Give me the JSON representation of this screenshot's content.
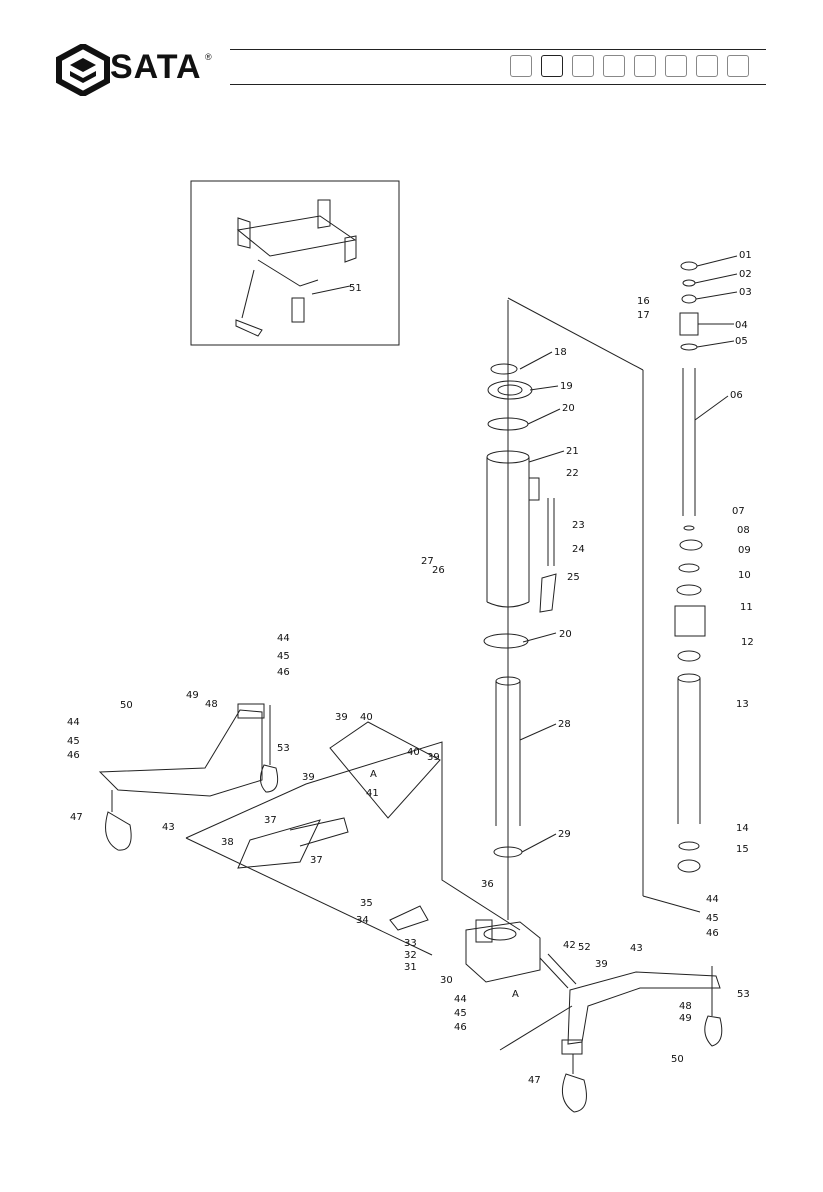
{
  "header": {
    "brand": "SATA",
    "registered": "®",
    "page_boxes": 8,
    "active_box": 1
  },
  "diagram": {
    "inset_label": "51",
    "callouts": [
      "01",
      "02",
      "03",
      "04",
      "05",
      "06",
      "07",
      "08",
      "09",
      "10",
      "11",
      "12",
      "13",
      "14",
      "15",
      "16",
      "17",
      "18",
      "19",
      "20",
      "20",
      "21",
      "22",
      "23",
      "23",
      "23",
      "24",
      "25",
      "26",
      "27",
      "28",
      "29",
      "30",
      "31",
      "32",
      "33",
      "34",
      "35",
      "36",
      "37",
      "37",
      "38",
      "39",
      "39",
      "39",
      "39",
      "40",
      "40",
      "41",
      "42",
      "43",
      "43",
      "44",
      "44",
      "44",
      "44",
      "45",
      "45",
      "45",
      "45",
      "46",
      "46",
      "46",
      "46",
      "47",
      "47",
      "48",
      "48",
      "49",
      "49",
      "50",
      "50",
      "52",
      "53",
      "53",
      "A",
      "A"
    ]
  },
  "colors": {
    "ink": "#111111",
    "line": "#222222"
  }
}
